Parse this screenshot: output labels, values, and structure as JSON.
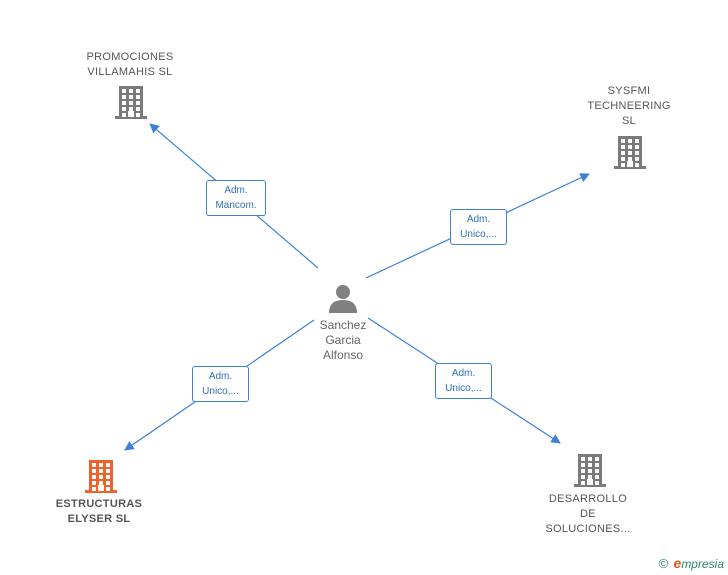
{
  "colors": {
    "edge": "#3b82d6",
    "building_default": "#7a7a7a",
    "building_main": "#f0622d",
    "person": "#808080"
  },
  "center": {
    "name_lines": [
      "Sanchez",
      "Garcia",
      "Alfonso"
    ],
    "icon": "person-icon"
  },
  "nodes": [
    {
      "id": "promociones",
      "name_lines": [
        "PROMOCIONES",
        "VILLAMAHIS SL"
      ],
      "icon": "building-icon",
      "main": false
    },
    {
      "id": "sysfmi",
      "name_lines": [
        "SYSFMI",
        "TECHNEERING",
        "SL"
      ],
      "icon": "building-icon",
      "main": false
    },
    {
      "id": "estructuras",
      "name_lines": [
        "ESTRUCTURAS",
        "ELYSER SL"
      ],
      "icon": "building-icon",
      "main": true
    },
    {
      "id": "desarrollo",
      "name_lines": [
        "DESARROLLO",
        "DE",
        "SOLUCIONES..."
      ],
      "icon": "building-icon",
      "main": false
    }
  ],
  "edges": [
    {
      "to": "promociones",
      "label_lines": [
        "Adm.",
        "Mancom."
      ]
    },
    {
      "to": "sysfmi",
      "label_lines": [
        "Adm.",
        "Unico,..."
      ]
    },
    {
      "to": "estructuras",
      "label_lines": [
        "Adm.",
        "Unico,..."
      ]
    },
    {
      "to": "desarrollo",
      "label_lines": [
        "Adm.",
        "Unico,..."
      ]
    }
  ],
  "footer": {
    "copyright": "©",
    "brand_initial": "e",
    "brand_rest": "mpresia"
  }
}
